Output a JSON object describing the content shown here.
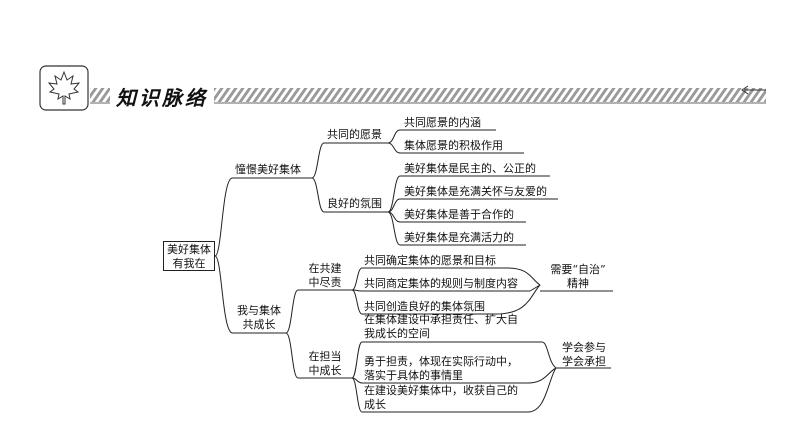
{
  "header": {
    "title": "知识脉络"
  },
  "root": {
    "line1": "美好集体",
    "line2": "有我在"
  },
  "branch1": {
    "label": "憧憬美好集体",
    "sub1": {
      "label": "共同的愿景",
      "items": [
        "共同愿景的内涵",
        "集体愿景的积极作用"
      ]
    },
    "sub2": {
      "label": "良好的氛围",
      "items": [
        "美好集体是民主的、公正的",
        "美好集体是充满关怀与友爱的",
        "美好集体是善于合作的",
        "美好集体是充满活力的"
      ]
    }
  },
  "branch2": {
    "line1": "我与集体",
    "line2": "共成长",
    "sub1": {
      "line1": "在共建",
      "line2": "中尽责",
      "items": [
        "共同确定集体的愿景和目标",
        "共同商定集体的规则与制度内容",
        "共同创造良好的集体氛围"
      ],
      "summary": {
        "line1": "需要“自治”",
        "line2": "精神"
      }
    },
    "sub2": {
      "line1": "在担当",
      "line2": "中成长",
      "items": [
        {
          "line1": "在集体建设中承担责任、扩大自",
          "line2": "我成长的空间"
        },
        {
          "line1": "勇于担责，体现在实际行动中，",
          "line2": "落实于具体的事情里"
        },
        {
          "line1": "在建设美好集体中，收获自己的",
          "line2": "成长"
        }
      ],
      "summary": {
        "line1": "学会参与",
        "line2": "学会承担"
      }
    }
  }
}
